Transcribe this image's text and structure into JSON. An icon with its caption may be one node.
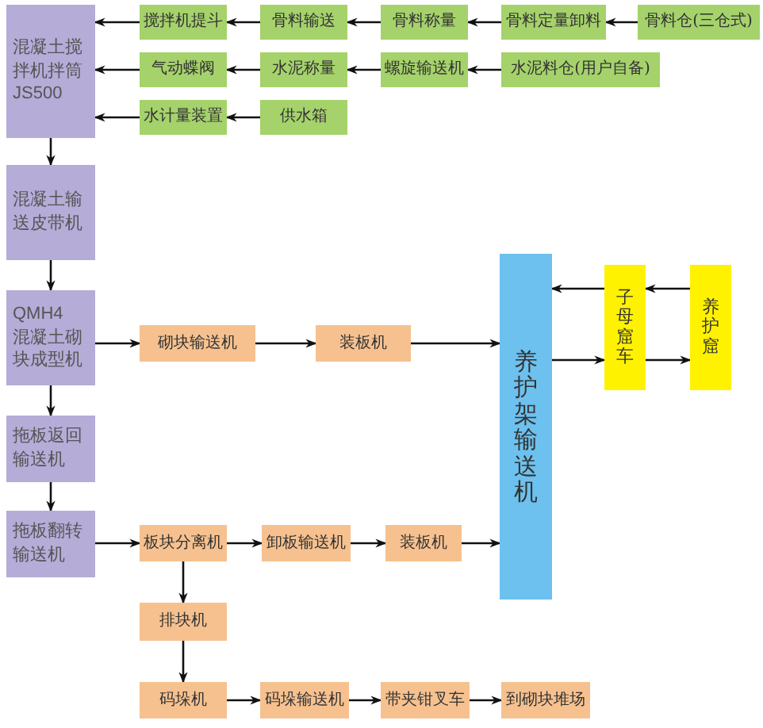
{
  "diagram": {
    "nodes": [
      {
        "text": [
          "混凝土搅拌机拌筒",
          "JS500"
        ]
      },
      {
        "text": [
          "搅拌机提斗"
        ]
      },
      {
        "text": [
          "骨料输送"
        ]
      },
      {
        "text": [
          "骨料称量"
        ]
      },
      {
        "text": [
          "骨料定量卸料"
        ]
      },
      {
        "text": [
          "骨料仓(三仓式)"
        ]
      },
      {
        "text": [
          "气动蝶阀"
        ]
      },
      {
        "text": [
          "水泥称量"
        ]
      },
      {
        "text": [
          "螺旋输送机"
        ]
      },
      {
        "text": [
          "水泥料仓(用户自备)"
        ]
      },
      {
        "text": [
          "水计量装置"
        ]
      },
      {
        "text": [
          "供水箱"
        ]
      },
      {
        "text": [
          "混凝土输送皮带机"
        ]
      },
      {
        "text": [
          "QMH4",
          "混凝土砌块成型机"
        ]
      },
      {
        "text": [
          "砌块输送机"
        ]
      },
      {
        "text": [
          "装板机"
        ]
      },
      {
        "text": [
          "养护架输送机"
        ]
      },
      {
        "text": [
          "子母窟车"
        ]
      },
      {
        "text": [
          "养护窟"
        ]
      },
      {
        "text": [
          "拖板返回输送机"
        ]
      },
      {
        "text": [
          "拖板翻转输送机"
        ]
      },
      {
        "text": [
          "板块分离机"
        ]
      },
      {
        "text": [
          "卸板输送机"
        ]
      },
      {
        "text": [
          "装板机"
        ]
      },
      {
        "text": [
          "排块机"
        ]
      },
      {
        "text": [
          "码垛机"
        ]
      },
      {
        "text": [
          "码垛输送机"
        ]
      },
      {
        "text": [
          "带夹钳叉车"
        ]
      },
      {
        "text": [
          "到砌块堆场"
        ]
      }
    ],
    "edges": [
      {
        "from": 1,
        "to": 0,
        "arrow": "to"
      },
      {
        "from": 2,
        "to": 1,
        "arrow": "to"
      },
      {
        "from": 3,
        "to": 2,
        "arrow": "to"
      },
      {
        "from": 4,
        "to": 3,
        "arrow": "to"
      },
      {
        "from": 5,
        "to": 4,
        "arrow": "to"
      },
      {
        "from": 6,
        "to": 0,
        "arrow": "to"
      },
      {
        "from": 7,
        "to": 6,
        "arrow": "to"
      },
      {
        "from": 8,
        "to": 7,
        "arrow": "to"
      },
      {
        "from": 9,
        "to": 8,
        "arrow": "to"
      },
      {
        "from": 10,
        "to": 0,
        "arrow": "to"
      },
      {
        "from": 11,
        "to": 10,
        "arrow": "to"
      },
      {
        "from": 0,
        "to": 12,
        "arrow": "to"
      },
      {
        "from": 12,
        "to": 13,
        "arrow": "to"
      },
      {
        "from": 13,
        "to": 14,
        "arrow": "to"
      },
      {
        "from": 14,
        "to": 15,
        "arrow": "to"
      },
      {
        "from": 15,
        "to": 16,
        "arrow": "to"
      },
      {
        "from": 17,
        "to": 16,
        "arrow": "to"
      },
      {
        "from": 16,
        "to": 17,
        "arrow": "to"
      },
      {
        "from": 18,
        "to": 17,
        "arrow": "to"
      },
      {
        "from": 17,
        "to": 18,
        "arrow": "to"
      },
      {
        "from": 13,
        "to": 19,
        "arrow": "to"
      },
      {
        "from": 19,
        "to": 20,
        "arrow": "to"
      },
      {
        "from": 20,
        "to": 21,
        "arrow": "to"
      },
      {
        "from": 21,
        "to": 22,
        "arrow": "to"
      },
      {
        "from": 22,
        "to": 23,
        "arrow": "to"
      },
      {
        "from": 23,
        "to": 16,
        "arrow": "to"
      },
      {
        "from": 21,
        "to": 24,
        "arrow": "to"
      },
      {
        "from": 24,
        "to": 25,
        "arrow": "to"
      },
      {
        "from": 25,
        "to": 26,
        "arrow": "to"
      },
      {
        "from": 26,
        "to": 27,
        "arrow": "to"
      },
      {
        "from": 27,
        "to": 28,
        "arrow": "to"
      }
    ]
  }
}
